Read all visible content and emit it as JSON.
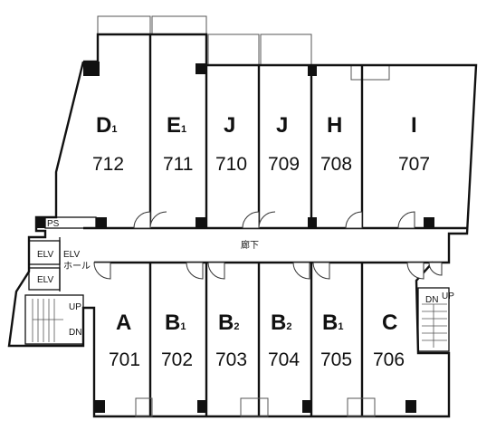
{
  "units_top": [
    {
      "letter": "D",
      "sub": "1",
      "number": "712"
    },
    {
      "letter": "E",
      "sub": "1",
      "number": "711"
    },
    {
      "letter": "J",
      "sub": "",
      "number": "710"
    },
    {
      "letter": "J",
      "sub": "",
      "number": "709"
    },
    {
      "letter": "H",
      "sub": "",
      "number": "708"
    },
    {
      "letter": "I",
      "sub": "",
      "number": "707"
    }
  ],
  "units_bottom": [
    {
      "letter": "A",
      "sub": "",
      "number": "701"
    },
    {
      "letter": "B",
      "sub": "1",
      "number": "702"
    },
    {
      "letter": "B",
      "sub": "2",
      "number": "703"
    },
    {
      "letter": "B",
      "sub": "2",
      "number": "704"
    },
    {
      "letter": "B",
      "sub": "1",
      "number": "705"
    },
    {
      "letter": "C",
      "sub": "",
      "number": "706"
    }
  ],
  "labels": {
    "corridor": "廊下",
    "ps": "PS",
    "elv_hall_line1": "ELV",
    "elv_hall_line2": "ホール",
    "elv": "ELV",
    "up": "UP",
    "dn": "DN"
  }
}
